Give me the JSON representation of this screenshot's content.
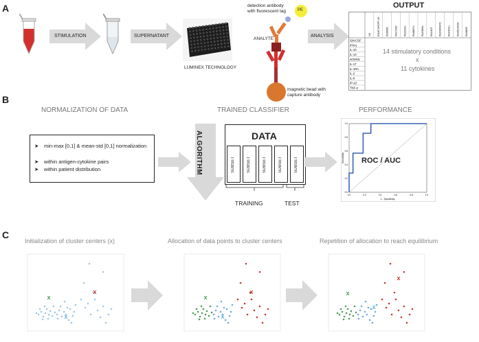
{
  "panels": {
    "a": "A",
    "b": "B",
    "c": "C"
  },
  "panel_a": {
    "steps": [
      "STIMULATION",
      "SUPERNATANT",
      "ANALYSIS"
    ],
    "luminex": "LUMINEX TECHNOLOGY",
    "detection_antibody": [
      "detection antibody",
      "with fluorescent tag"
    ],
    "pe": "PE",
    "analyte": "ANALYTE",
    "bead": [
      "magnetic bead with",
      "capture antibody"
    ],
    "output_title": "OUTPUT",
    "output_columns": [
      "Nil",
      "ESAT-6/CFP-10",
      "Rv0081",
      "Rv1733c",
      "Rv2031c",
      "Rv0867c",
      "Rv2389c",
      "Rv1407",
      "Rv2346/47c",
      "Rv2431c",
      "Rv3614/15c",
      "Rv3865"
    ],
    "output_rows": [
      "GM-CSF",
      "IFN-γ",
      "IL-10",
      "IL-13",
      "sCD40L",
      "IL-17",
      "IL-1RA",
      "IL-2",
      "IL-6",
      "IP-10",
      "TNF-α"
    ],
    "output_note": [
      "14 stimulatory conditions",
      "x",
      "11 cytokines"
    ]
  },
  "panel_b": {
    "normalization_title": "NORMALIZATION OF DATA",
    "bullets": [
      "min-max [0,1] & mean-std [0,1] normalization",
      "within antigen-cytokine pairs",
      "within patient distribution"
    ],
    "algorithm": "ALGORITHM",
    "classifier_title": "TRAINED CLASSIFIER",
    "data_label": "DATA",
    "subset_label": "SUBSET",
    "training": "TRAINING",
    "test": "TEST",
    "performance_title": "PERFORMANCE",
    "roc_label": "ROC / AUC",
    "roc_xlabel": "1 - Specificity",
    "roc_ylabel": "Sensitivity",
    "roc_ticks": [
      "0.0",
      "0.2",
      "0.4",
      "0.6",
      "0.8",
      "1.0"
    ]
  },
  "panel_c": {
    "titles": [
      "Initialization of cluster centers (x)",
      "Allocation of data points to cluster centers",
      "Repetition of allocation to reach equilibrium"
    ],
    "center_mark": "x",
    "colors": {
      "green": "#4a9e55",
      "blue": "#6aaedc",
      "red": "#c0392b",
      "grey": "#9ec8e8"
    }
  }
}
